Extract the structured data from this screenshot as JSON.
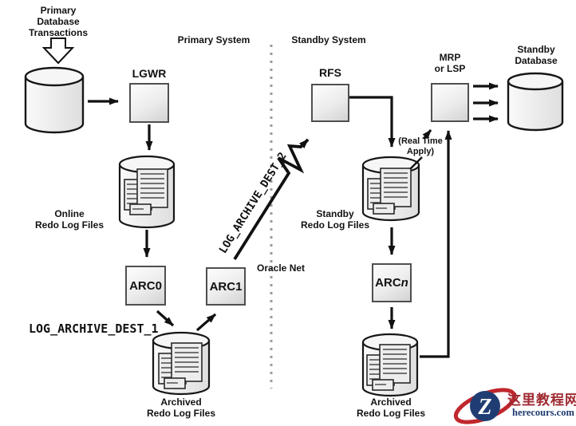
{
  "diagram": {
    "primary": {
      "transactions_label": "Primary\nDatabase\nTransactions",
      "system_label": "Primary System",
      "lgwr_label": "LGWR",
      "online_redo_label": "Online\nRedo Log Files",
      "arc0_label": "ARC0",
      "arc1_label": "ARC1",
      "log_archive_dest_1": "LOG_ARCHIVE_DEST_1",
      "archived_redo_label": "Archived\nRedo Log Files"
    },
    "network": {
      "log_archive_dest_2": "LOG_ARCHIVE_DEST_2",
      "oracle_net": "Oracle Net"
    },
    "standby": {
      "system_label": "Standby System",
      "rfs_label": "RFS",
      "real_time_apply": "(Real Time\nApply)",
      "standby_redo_label": "Standby\nRedo Log Files",
      "arcn_prefix": "ARC",
      "arcn_suffix": "n",
      "mrp_label": "MRP\nor LSP",
      "archived_redo_label": "Archived\nRedo Log Files",
      "standby_db_label": "Standby\nDatabase"
    }
  },
  "watermark": {
    "logo_letter": "Z",
    "site_name": "这里教程网",
    "site_url": "herecours.com",
    "accent_red": "#c0272d",
    "navy": "#203d73"
  }
}
